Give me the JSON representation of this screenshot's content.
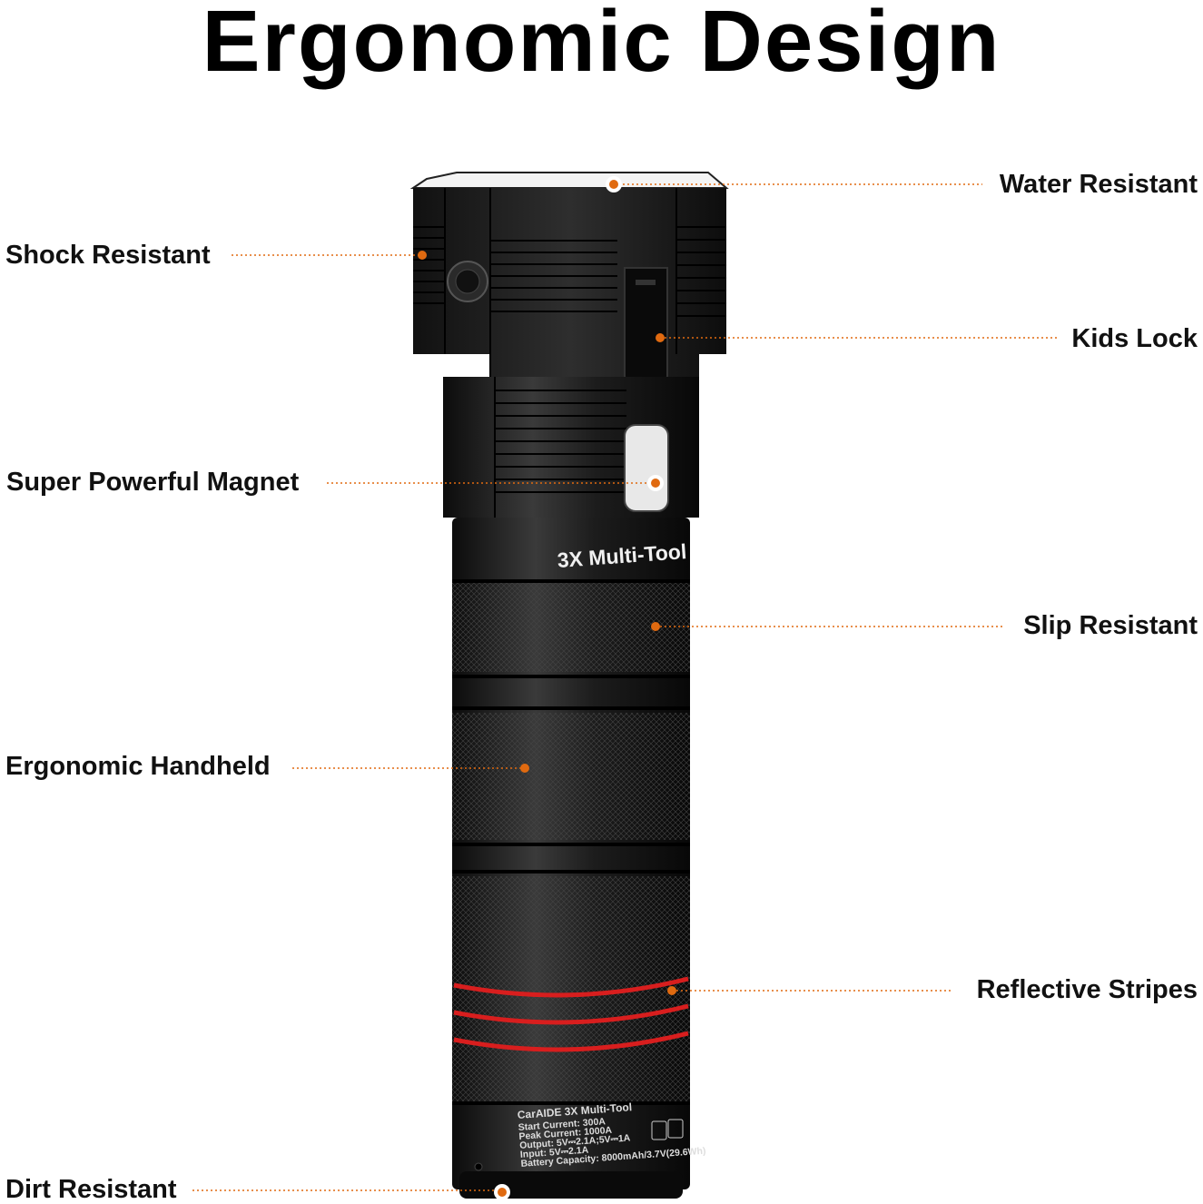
{
  "title": "Ergonomic Design",
  "callouts": {
    "water": "Water Resistant",
    "shock": "Shock Resistant",
    "kids": "Kids Lock",
    "magnet": "Super Powerful Magnet",
    "slip": "Slip Resistant",
    "handheld": "Ergonomic Handheld",
    "stripes": "Reflective Stripes",
    "dirt": "Dirt Resistant"
  },
  "device": {
    "brand_text": "3X Multi-Tool",
    "spec_lines": [
      "CarAIDE 3X Multi-Tool",
      "Start Current: 300A",
      "Peak Current: 1000A",
      "Output: 5V⎓2.1A;5V⎓1A",
      "Input: 5V⎓2.1A",
      "Battery Capacity: 8000mAh/3.7V(29.6Wh)"
    ]
  },
  "colors": {
    "accent": "#e06a10",
    "stripe": "#d81e1e",
    "body": "#1a1a1a"
  }
}
